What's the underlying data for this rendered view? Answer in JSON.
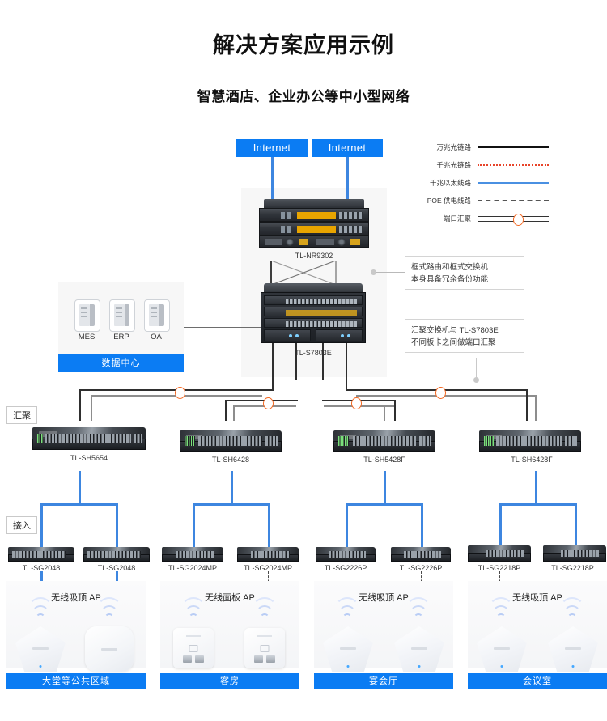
{
  "title": "解决方案应用示例",
  "subtitle": "智慧酒店、企业办公等中小型网络",
  "legend": [
    {
      "label": "万兆光链路",
      "style": "solid-black"
    },
    {
      "label": "千兆光链路",
      "style": "dotted-red"
    },
    {
      "label": "千兆以太线路",
      "style": "solid-blue"
    },
    {
      "label": "POE 供电线路",
      "style": "dashed-gray"
    },
    {
      "label": "端口汇聚",
      "style": "double-line-ring"
    }
  ],
  "internet": [
    {
      "label": "Internet"
    },
    {
      "label": "Internet"
    }
  ],
  "core": {
    "router": {
      "label": "TL-NR9302"
    },
    "switch": {
      "label": "TL-S7803E"
    }
  },
  "notes": [
    {
      "line1": "框式路由和框式交换机",
      "line2": "本身具备冗余备份功能"
    },
    {
      "line1": "汇聚交换机与 TL-S7803E",
      "line2": "不同板卡之间做端口汇聚"
    }
  ],
  "datacenter": {
    "caption": "数据中心",
    "servers": [
      {
        "label": "MES"
      },
      {
        "label": "ERP"
      },
      {
        "label": "OA"
      }
    ]
  },
  "tiers": {
    "aggregation": "汇聚",
    "access": "接入"
  },
  "aggregation_switches": [
    {
      "label": "TL-SH5654"
    },
    {
      "label": "TL-SH6428"
    },
    {
      "label": "TL-SH5428F"
    },
    {
      "label": "TL-SH6428F"
    }
  ],
  "access_switches": [
    {
      "label": "TL-SG2048"
    },
    {
      "label": "TL-SG2048"
    },
    {
      "label": "TL-SG2024MP"
    },
    {
      "label": "TL-SG2024MP"
    },
    {
      "label": "TL-SG2226P"
    },
    {
      "label": "TL-SG2226P"
    },
    {
      "label": "TL-SG2218P"
    },
    {
      "label": "TL-SG2218P"
    }
  ],
  "zones": [
    {
      "ap_type": "无线吸顶 AP",
      "caption": "大堂等公共区域",
      "ap_style": "ceiling"
    },
    {
      "ap_type": "无线面板 AP",
      "caption": "客房",
      "ap_style": "panel"
    },
    {
      "ap_type": "无线吸顶 AP",
      "caption": "宴会厅",
      "ap_style": "ceiling"
    },
    {
      "ap_type": "无线吸顶 AP",
      "caption": "会议室",
      "ap_style": "ceiling"
    }
  ],
  "colors": {
    "brand_blue": "#0b7cf3",
    "link_blue": "#3d86e0",
    "aggregation_orange": "#f4671f",
    "fiber_red": "#e8442a",
    "link_black": "#2a2a2a"
  }
}
